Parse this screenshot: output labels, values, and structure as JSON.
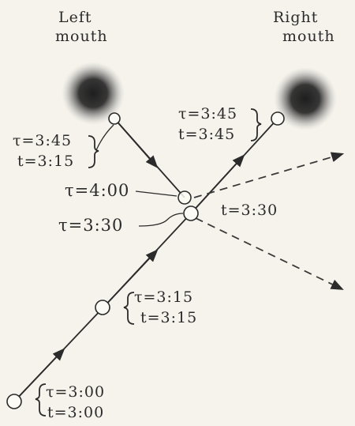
{
  "mouths": {
    "left": {
      "line1": "Left",
      "line2": "mouth"
    },
    "right": {
      "line1": "Right",
      "line2": "mouth"
    }
  },
  "labels": {
    "left_entry_tau": "τ=3:45",
    "left_entry_t": "t=3:15",
    "right_exit_tau": "τ=3:45",
    "right_exit_t": "t=3:45",
    "meet_tau_4": "τ=4:00",
    "meet_tau_330": "τ=3:30",
    "meet_t_330": "t=3:30",
    "mid_tau": "τ=3:15",
    "mid_t": "t=3:15",
    "start_tau": "τ=3:00",
    "start_t": "t=3:00"
  },
  "colors": {
    "ink": "#2b2b2b",
    "paper": "#f6f3ec",
    "mouth": "#3a3a3a"
  }
}
